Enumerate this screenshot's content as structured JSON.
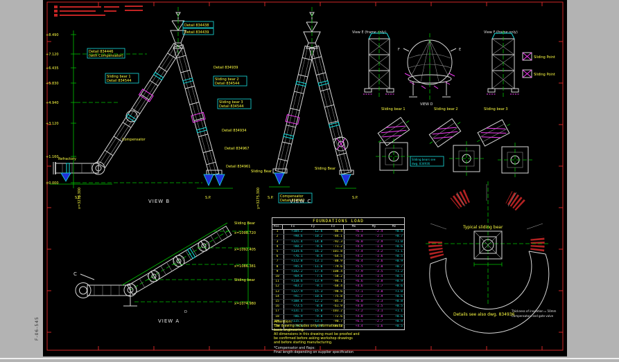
{
  "titles": {
    "view_a": "VIEW A",
    "view_b": "VIEW B",
    "view_c": "VIEW C",
    "view_d": "VIEW D",
    "view_e": "View E (frame only)",
    "view_f": "View F (frame only)"
  },
  "callouts": {
    "detail_top_1": "Detail 834438",
    "detail_top_2": "Detail 834439",
    "detail_left_1": "Detail 834446",
    "detail_left_2": "(with Compensator)",
    "sb1_line1": "Sliding bear 1",
    "sb1_line2": "Detail 834544",
    "sb2_line1": "Sliding bear 2",
    "sb2_line2": "Detail 834544",
    "sb3_line1": "Sliding bear 3",
    "sb3_line2": "Detail 834544",
    "detail_834939": "Detail 834939",
    "detail_834934": "Detail 834934",
    "detail_834967": "Detail 834967",
    "detail_834961": "Detail 834961",
    "compensator": "Compensator",
    "compensator_2": "Compensator",
    "compensator_detail": "Detail 834942",
    "refractory": "Refractory",
    "sliding_bear_left": "Sliding Bear",
    "sliding_bear_right": "Sliding Bear",
    "sp_1": "S.P.",
    "sp_2": "S.P.",
    "sp_3": "S.P.",
    "sp_4": "S.P.",
    "dir_e": "E",
    "dir_f": "F",
    "dir_c": "C",
    "dir_d": "D"
  },
  "bearings": {
    "row_labels": [
      "Sliding bear 1",
      "Sliding bear 2",
      "Sliding bear 3"
    ],
    "sliding_point_1": "Sliding Point",
    "sliding_point_2": "Sliding Point",
    "note_line1": "Sliding bears see",
    "note_line2": "dwg. 834936",
    "typical": "Typical sliding bear"
  },
  "coords": {
    "va": [
      "x=1098.720",
      "x=1092.405",
      "x=1086.381",
      "x=1074.980"
    ],
    "va_bear_top": "Sliding Bear",
    "va_bear_mid": "Sliding bear",
    "vb_vertical": "x=3273.300",
    "vc_vertical": "y=3275.300"
  },
  "elevations": [
    "+8.490",
    "+7.120",
    "+6.435",
    "+5.830",
    "+4.940",
    "+3.120",
    "+1.160",
    "±0.000"
  ],
  "table": {
    "title": "FOUNDATIONS LOAD",
    "columns": [
      "Pos.",
      "Fx",
      "Fy",
      "Fz",
      "Mx",
      "My",
      "Mz"
    ],
    "rows": [
      [
        "1",
        "+104.2",
        "-12.6",
        "-86.4",
        "+6.1",
        "-2.4",
        "+0.8"
      ],
      [
        "2",
        "+98.6",
        "-10.2",
        "-84.1",
        "+5.8",
        "-2.1",
        "+0.7"
      ],
      [
        "3",
        "+121.4",
        "-14.8",
        "-92.3",
        "+6.8",
        "-2.9",
        "+1.0"
      ],
      [
        "4",
        "+88.3",
        "-9.6",
        "-71.2",
        "+4.9",
        "-1.8",
        "+0.6"
      ],
      [
        "5",
        "+134.6",
        "-16.2",
        "-101.8",
        "+7.4",
        "-3.2",
        "+1.1"
      ],
      [
        "6",
        "+76.1",
        "-8.4",
        "-64.5",
        "+4.2",
        "-1.6",
        "+0.5"
      ],
      [
        "7",
        "+112.8",
        "-13.1",
        "-88.9",
        "+6.4",
        "-2.6",
        "+0.9"
      ],
      [
        "8",
        "+95.4",
        "-11.0",
        "-79.6",
        "+5.5",
        "-2.0",
        "+0.7"
      ],
      [
        "9",
        "+142.2",
        "-17.4",
        "-108.4",
        "+7.9",
        "-3.5",
        "+1.2"
      ],
      [
        "10",
        "+69.8",
        "-7.6",
        "-58.2",
        "+3.8",
        "-1.4",
        "+0.5"
      ],
      [
        "11",
        "+118.6",
        "-13.9",
        "-94.1",
        "+6.6",
        "-2.8",
        "+0.9"
      ],
      [
        "12",
        "+83.2",
        "-9.1",
        "-68.4",
        "+4.6",
        "-1.7",
        "+0.6"
      ],
      [
        "13",
        "+127.9",
        "-15.3",
        "-98.6",
        "+7.1",
        "-3.0",
        "+1.0"
      ],
      [
        "14",
        "+91.7",
        "-10.6",
        "-75.8",
        "+5.2",
        "-1.9",
        "+0.6"
      ],
      [
        "15",
        "+108.4",
        "-12.2",
        "-85.3",
        "+6.0",
        "-2.3",
        "+0.8"
      ],
      [
        "16",
        "+73.5",
        "-8.0",
        "-61.9",
        "+4.0",
        "-1.5",
        "+0.5"
      ],
      [
        "17",
        "+131.1",
        "-15.8",
        "-103.2",
        "+7.2",
        "-3.1",
        "+1.1"
      ],
      [
        "18",
        "+86.9",
        "-9.8",
        "-72.6",
        "+4.8",
        "-1.8",
        "+0.6"
      ],
      [
        "19",
        "+115.3",
        "-13.5",
        "-90.7",
        "+6.5",
        "-2.7",
        "+0.9"
      ],
      [
        "20",
        "+79.4",
        "-8.8",
        "-66.1",
        "+4.4",
        "-1.6",
        "+0.5"
      ]
    ]
  },
  "notes": {
    "attention_title": "Attention:",
    "attention_lines": [
      "The drawing includes only information for",
      "basic engineering.",
      "All dimensions in this drawing must be proofed and",
      "be confirmed before asking workshop drawings",
      "and before starting manufacturing."
    ],
    "compensator_note_title": "*Compensator and flaps:",
    "compensator_note": "Final length depending on supplier specification",
    "details_ref": "Details see also dwg. 834936",
    "insulation": "Thickness of insulation = 50mm",
    "gate": "Compensators and gate valve"
  },
  "sheet": {
    "number": "F-06-545"
  }
}
